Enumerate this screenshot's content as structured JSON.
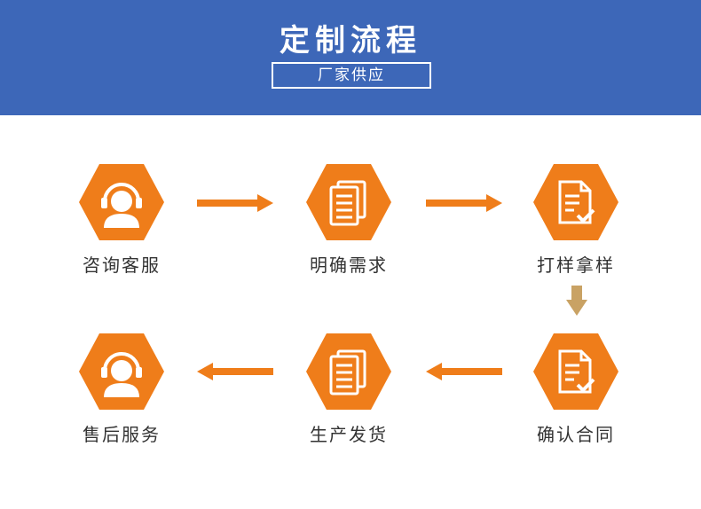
{
  "header": {
    "title": "定制流程",
    "subtitle": "厂家供应"
  },
  "colors": {
    "header_bg": "#3d67b8",
    "node": "#ef7d1a",
    "arrow_orange": "#ef7d1a",
    "arrow_tan": "#c9a264"
  },
  "steps": [
    {
      "label": "咨询客服",
      "icon": "customer-service-icon"
    },
    {
      "label": "明确需求",
      "icon": "documents-icon"
    },
    {
      "label": "打样拿样",
      "icon": "checked-document-icon"
    },
    {
      "label": "确认合同",
      "icon": "checked-document-icon"
    },
    {
      "label": "生产发货",
      "icon": "documents-icon"
    },
    {
      "label": "售后服务",
      "icon": "customer-service-icon"
    }
  ]
}
